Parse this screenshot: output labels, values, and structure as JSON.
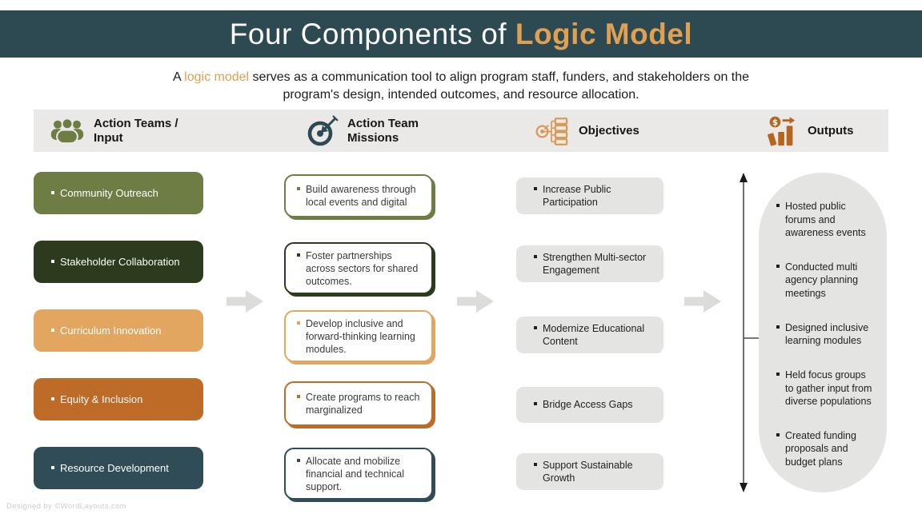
{
  "header": {
    "title_prefix": "Four Components of ",
    "title_highlight": "Logic Model"
  },
  "subtitle": {
    "part1": "A ",
    "highlight": "logic model",
    "part2": " serves as a communication tool to align program staff, funders, and stakeholders on the program's design, intended outcomes, and resource allocation."
  },
  "colors": {
    "header_bar": "#2D4A53",
    "accent_orange": "#E0A051",
    "olive_green": "#6E7D44",
    "dark_green": "#2C3B1D",
    "tan": "#E2A660",
    "burnt_orange": "#BE6B28",
    "dark_teal": "#2F4C57",
    "panel_gray": "#E4E4E3",
    "band_gray": "#EAE9E7",
    "arrow_gray": "#DCDCDA"
  },
  "column_headers": [
    {
      "label": "Action Teams / Input",
      "icon": "people-icon"
    },
    {
      "label": "Action Team Missions",
      "icon": "target-dart-icon"
    },
    {
      "label": "Objectives",
      "icon": "objectives-list-icon"
    },
    {
      "label": "Outputs",
      "icon": "outputs-chart-icon"
    }
  ],
  "action_teams": [
    {
      "label": "Community Outreach"
    },
    {
      "label": "Stakeholder Collaboration"
    },
    {
      "label": "Curriculum Innovation"
    },
    {
      "label": "Equity & Inclusion"
    },
    {
      "label": "Resource Development"
    }
  ],
  "missions": [
    {
      "text": "Build awareness through local events and digital"
    },
    {
      "text": "Foster partnerships across sectors for shared outcomes."
    },
    {
      "text": "Develop inclusive and forward-thinking learning modules."
    },
    {
      "text": "Create programs to reach marginalized"
    },
    {
      "text": "Allocate and mobilize financial and technical support."
    }
  ],
  "objectives": [
    {
      "text": "Increase Public Participation"
    },
    {
      "text": "Strengthen Multi-sector Engagement"
    },
    {
      "text": "Modernize Educational Content"
    },
    {
      "text": "Bridge Access Gaps"
    },
    {
      "text": "Support Sustainable Growth"
    }
  ],
  "outputs": [
    {
      "text": "Hosted public forums and awareness events"
    },
    {
      "text": "Conducted multi agency planning meetings"
    },
    {
      "text": "Designed inclusive learning modules"
    },
    {
      "text": "Held focus groups to gather input from diverse populations"
    },
    {
      "text": "Created funding proposals and budget plans"
    }
  ],
  "footer": {
    "credit": "Designed by ©WordLayouts.com"
  }
}
